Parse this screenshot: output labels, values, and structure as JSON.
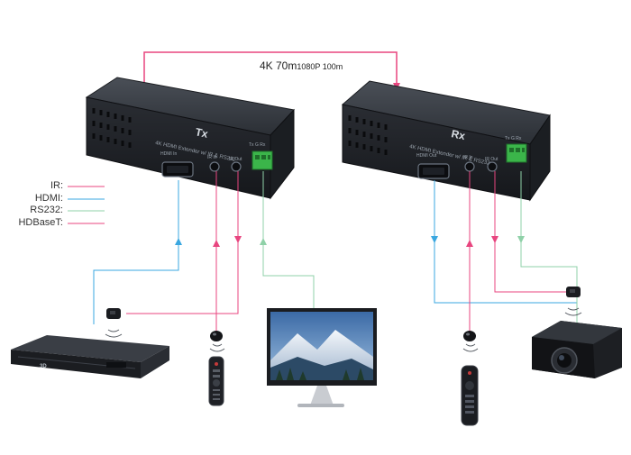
{
  "cable_label": {
    "part1": "4K 70",
    "part2": "m",
    "part3": "1080P 100m"
  },
  "legend": [
    {
      "label": "IR:",
      "color": "#e8457f"
    },
    {
      "label": "HDMI:",
      "color": "#3aa7e0"
    },
    {
      "label": "RS232:",
      "color": "#8fd1a8"
    },
    {
      "label": "HDBaseT:",
      "color": "#e8457f"
    }
  ],
  "tx": {
    "badge": "Tx",
    "model": "4K HDMI Extender w/ IR & RS232",
    "port_labels": [
      "HDMI In",
      "IR In",
      "IR Out",
      "Tx  G  Rx"
    ]
  },
  "rx": {
    "badge": "Rx",
    "model": "4K HDMI Extender w/ IR & RS232",
    "port_labels": [
      "HDMI Out",
      "IR In",
      "IR Out",
      "Tx  G  Rx"
    ]
  },
  "player": {
    "badge": "3D"
  },
  "colors": {
    "ir": "#e8457f",
    "hdmi": "#3aa7e0",
    "rs232": "#8fd1a8",
    "hdbaset": "#e8457f",
    "device": "#1f2227"
  }
}
